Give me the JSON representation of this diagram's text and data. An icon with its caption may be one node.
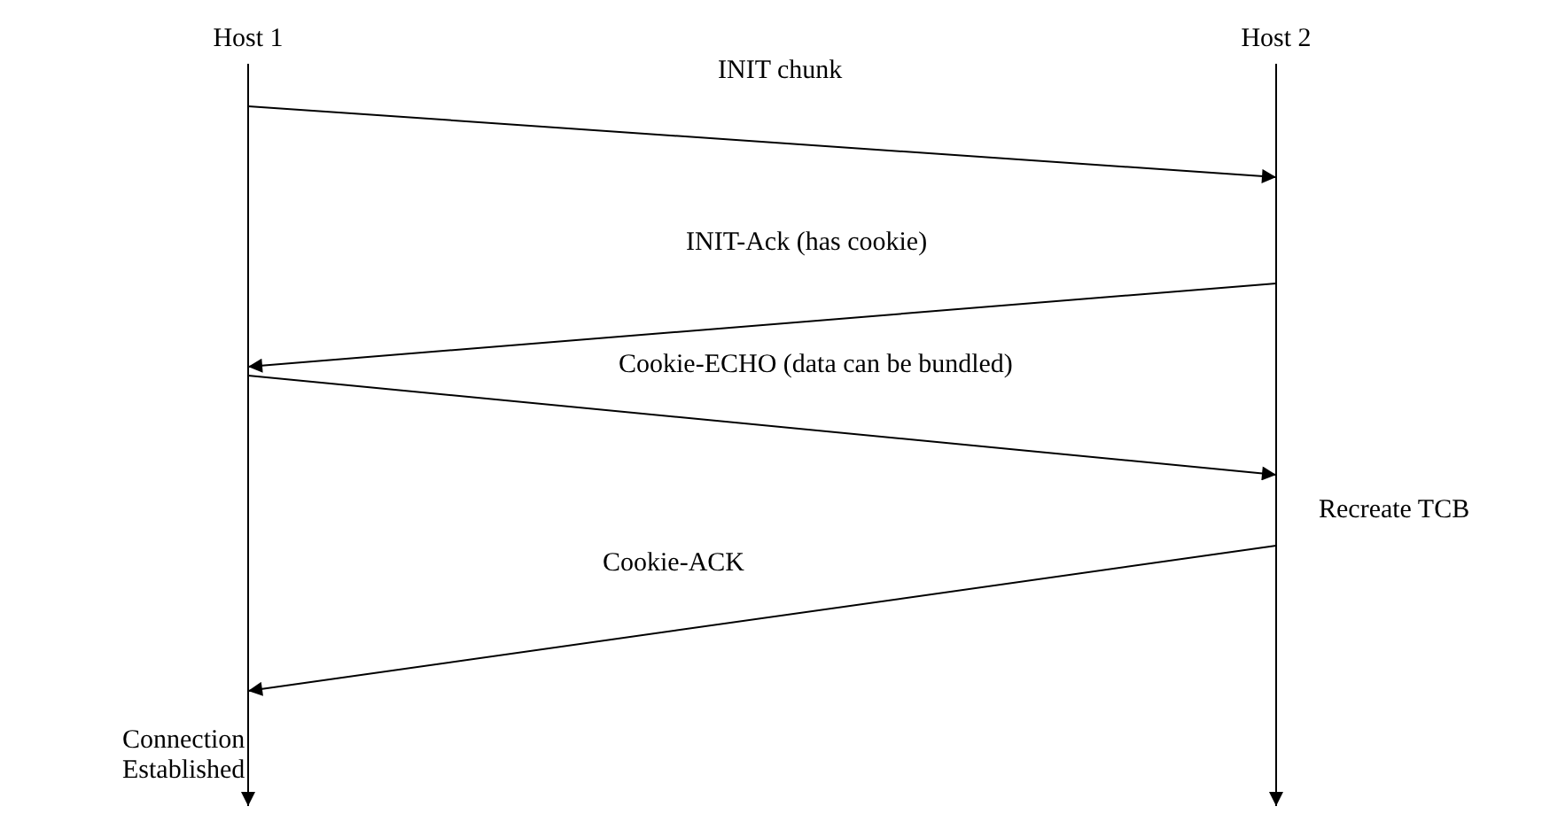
{
  "diagram": {
    "nodes": [
      {
        "text": [
          "Host 1"
        ],
        "beside": [
          "Connection Established"
        ]
      },
      {
        "text": [
          "Host 2"
        ],
        "beside": [
          "Recreate TCB"
        ]
      }
    ],
    "edges": [
      {
        "from": 0,
        "to": 1,
        "arrow": "to",
        "label": "INIT chunk"
      },
      {
        "from": 1,
        "to": 0,
        "arrow": "to",
        "label": "INIT-Ack (has cookie)"
      },
      {
        "from": 0,
        "to": 1,
        "arrow": "to",
        "label": "Cookie-ECHO (data can be bundled)"
      },
      {
        "from": 1,
        "to": 0,
        "arrow": "to",
        "label": "Cookie-ACK"
      }
    ]
  }
}
